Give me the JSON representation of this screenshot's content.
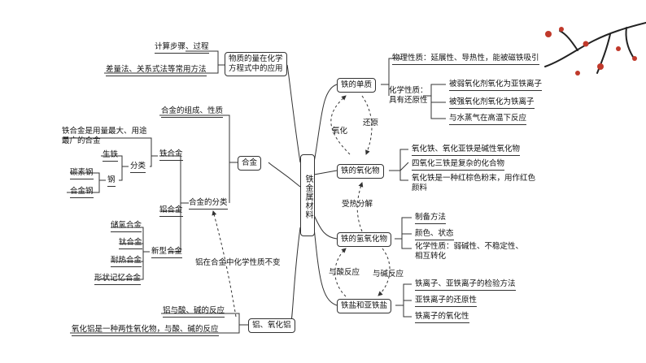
{
  "center": "铁金属材料",
  "branch_tiezhi": {
    "title": "铁的单质",
    "physical": "物理性质：延展性、导热性，能被磁铁吸引",
    "chemical": "化学性质：\n具有还原性",
    "chem_items": [
      "被弱氧化剂氧化为亚铁离子",
      "被强氧化剂氧化为铁离子",
      "与水蒸气在高温下反应"
    ]
  },
  "branch_oxide": {
    "title": "铁的氧化物",
    "items": [
      "氧化铁、氧化亚铁是碱性氧化物",
      "四氧化三铁是复杂的化合物",
      "氧化铁是一种红棕色粉末，用作红色\n颜料"
    ]
  },
  "branch_hydroxide": {
    "title": "铁的氢氧化物",
    "items": [
      "制备方法",
      "颜色、状态",
      "化学性质：弱碱性、不稳定性、\n相互转化"
    ]
  },
  "branch_salt": {
    "title": "铁盐和亚铁盐",
    "items": [
      "铁离子、亚铁离子的检验方法",
      "亚铁离子的还原性",
      "铁离子的氧化性"
    ]
  },
  "arrows": {
    "oxidation": "氧化",
    "reduction": "还原",
    "heat": "受热分解",
    "acid": "与酸反应",
    "base": "与碱反应",
    "al_note": "铝在合金中化学性质不变"
  },
  "branch_mole": {
    "title": "物质的量在化学\n方程式中的应用",
    "items": [
      "计算步骤、过程",
      "差量法、关系式法等常用方法"
    ]
  },
  "branch_alloy": {
    "title": "合金",
    "composition": "合金的组成、性质",
    "classify": "合金的分类",
    "iron_alloy": "铁合金",
    "iron_alloy_note": "铁合金是用量最大、用途\n最广的合金",
    "fenlei": "分类",
    "shengtie": "生铁",
    "gang": "钢",
    "tansugang": "碳素钢",
    "hejingang": "合金钢",
    "lv_alloy": "铝合金",
    "new_alloy": "新型合金",
    "new_items": [
      "储氢合金",
      "钛合金",
      "耐热合金",
      "形状记忆合金"
    ]
  },
  "branch_al": {
    "title": "铝、氧化铝",
    "items": [
      "铝与酸、碱的反应",
      "氧化铝是一种两性氧化物，与酸、碱的反应"
    ]
  }
}
